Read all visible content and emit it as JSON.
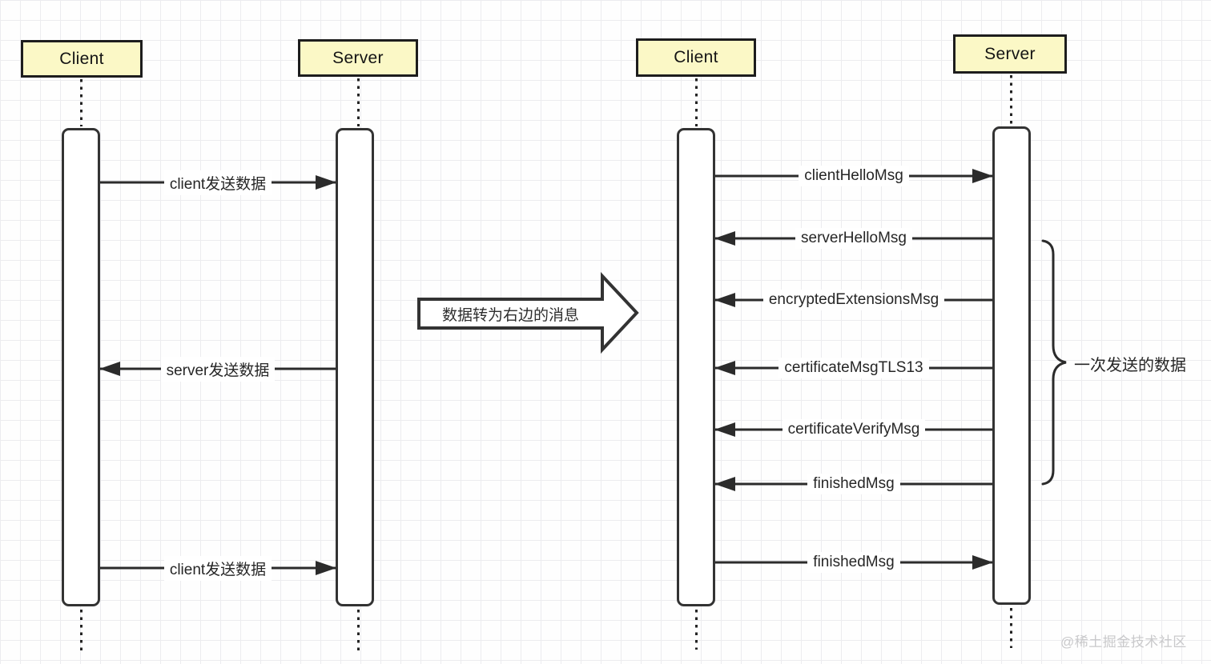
{
  "left_diagram": {
    "actors": [
      {
        "name": "Client"
      },
      {
        "name": "Server"
      }
    ],
    "messages": [
      {
        "label": "client发送数据",
        "direction": "right"
      },
      {
        "label": "server发送数据",
        "direction": "left"
      },
      {
        "label": "client发送数据",
        "direction": "right"
      }
    ]
  },
  "transform_arrow": {
    "label": "数据转为右边的消息"
  },
  "right_diagram": {
    "actors": [
      {
        "name": "Client"
      },
      {
        "name": "Server"
      }
    ],
    "messages": [
      {
        "label": "clientHelloMsg",
        "direction": "right"
      },
      {
        "label": "serverHelloMsg",
        "direction": "left"
      },
      {
        "label": "encryptedExtensionsMsg",
        "direction": "left"
      },
      {
        "label": "certificateMsgTLS13",
        "direction": "left"
      },
      {
        "label": "certificateVerifyMsg",
        "direction": "left"
      },
      {
        "label": "finishedMsg",
        "direction": "left"
      },
      {
        "label": "finishedMsg",
        "direction": "right"
      }
    ],
    "annotation": {
      "label": "一次发送的数据"
    }
  },
  "watermark": "@稀土掘金技术社区",
  "colors": {
    "actor_fill": "#fbf8c6",
    "line": "#2b2b2b",
    "grid": "#ececef",
    "watermark": "#c9c9cb"
  }
}
